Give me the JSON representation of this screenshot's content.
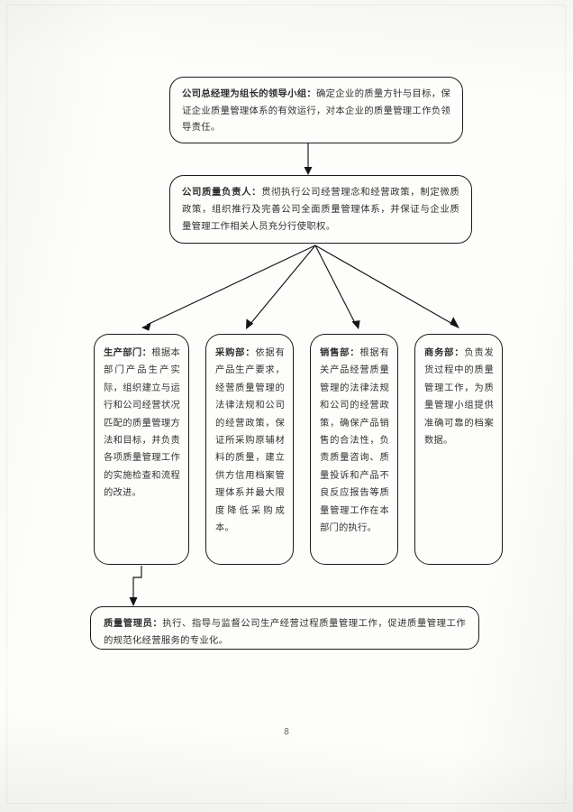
{
  "document": {
    "page_number": "8",
    "ink_color": "#141414",
    "paper_color": "#fdfdfb"
  },
  "diagram": {
    "type": "org-flowchart",
    "nodes": [
      {
        "id": "lead-group",
        "role": "公司总经理为组长的领导小组：",
        "body": "确定企业的质量方针与目标，保证企业质量管理体系的有效运行，对本企业的质量管理工作负领导责任。"
      },
      {
        "id": "quality-leader",
        "role": "公司质量负责人：",
        "body": "贯彻执行公司经营理念和经营政策，制定微质政策，组织推行及完善公司全面质量管理体系，并保证与企业质量管理工作相关人员充分行使职权。"
      },
      {
        "id": "production-department",
        "role": "生产部门：",
        "body": "根据本部门产品生产实际，组织建立与运行和公司经营状况匹配的质量管理方法和目标，并负责各项质量管理工作的实施检查和流程的改进。"
      },
      {
        "id": "purchasing-department",
        "role": "采购部：",
        "body": "依据有产品生产要求，经营质量管理的法律法规和公司的经营政策，保证所采购原辅材料的质量，建立供方信用档案管理体系并最大限度降低采购成本。"
      },
      {
        "id": "sales-department",
        "role": "销售部：",
        "body": "根据有关产品经营质量管理的法律法规和公司的经营政策，确保产品销售的合法性，负责质量咨询、质量投诉和产品不良反应报告等质量管理工作在本部门的执行。"
      },
      {
        "id": "business-department",
        "role": "商务部：",
        "body": "负责发货过程中的质量管理工作，为质量管理小组提供准确可靠的档案数据。"
      },
      {
        "id": "quality-officer",
        "role": "质量管理员：",
        "body": "执行、指导与监督公司生产经营过程质量管理工作，促进质量管理工作的规范化经营服务的专业化。"
      }
    ]
  }
}
